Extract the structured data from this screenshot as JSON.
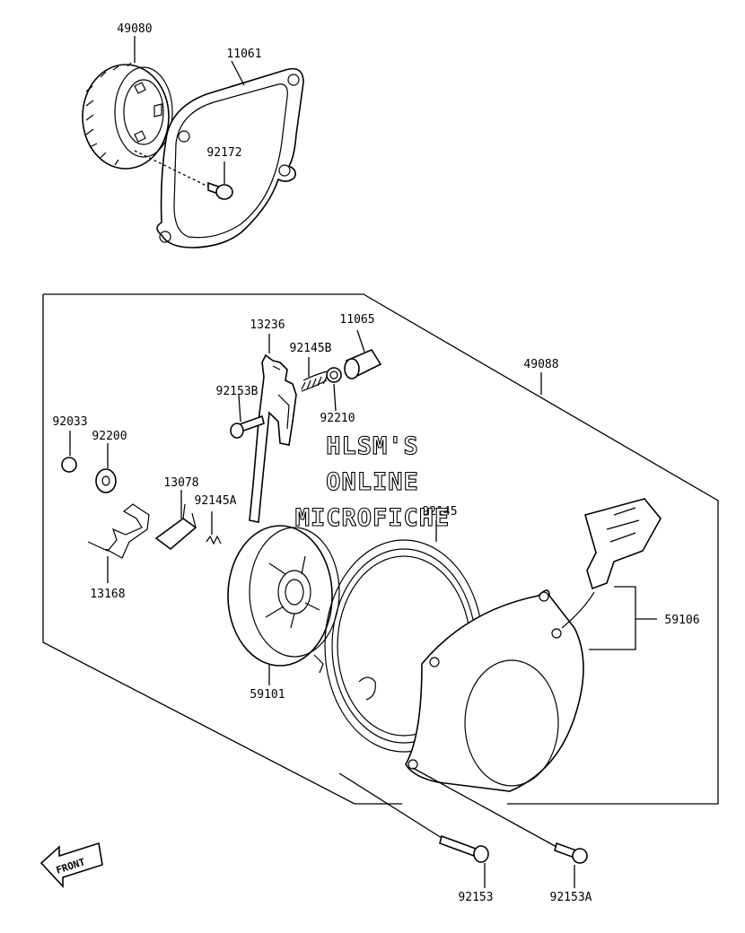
{
  "callouts": {
    "p49080": "49080",
    "p11061": "11061",
    "p92172": "92172",
    "p13236": "13236",
    "p11065": "11065",
    "p92145B": "92145B",
    "p49088": "49088",
    "p92153B": "92153B",
    "p92210": "92210",
    "p92033": "92033",
    "p92200": "92200",
    "p13078": "13078",
    "p92145A": "92145A",
    "p92145": "92145",
    "p13168": "13168",
    "p59101": "59101",
    "p59106": "59106",
    "p92153": "92153",
    "p92153A": "92153A"
  },
  "watermark": {
    "line1": "HLSM'S",
    "line2": "ONLINE",
    "line3": "MICROFICHE"
  },
  "front_arrow": {
    "label": "FRONT"
  }
}
